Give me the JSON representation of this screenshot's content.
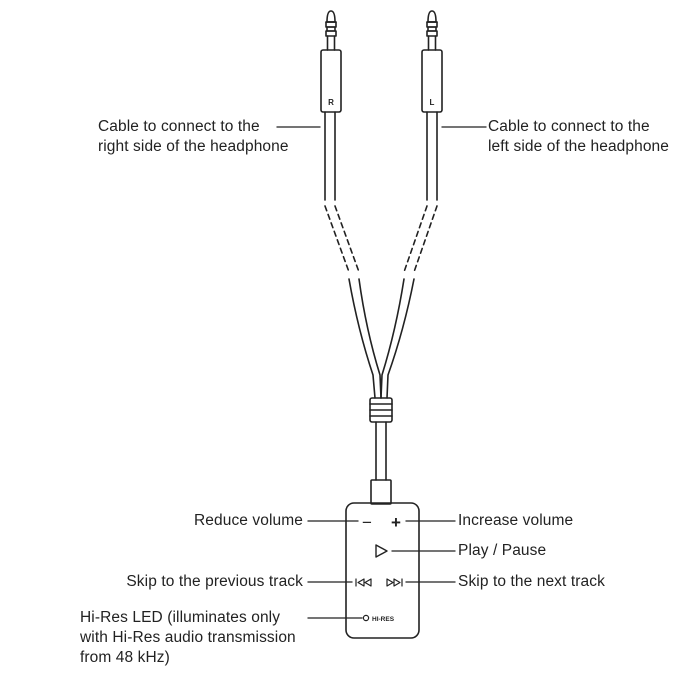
{
  "plugs": {
    "right_marker": "R",
    "left_marker": "L"
  },
  "remote": {
    "minus_symbol": "−",
    "plus_symbol": "+",
    "play_symbol": "▷",
    "prev_symbol": "I◁◁",
    "next_symbol": "▷▷I",
    "led_text": "HI-RES"
  },
  "callouts": {
    "right_cable": [
      "Cable to connect to the",
      "right side of the headphone"
    ],
    "left_cable": [
      "Cable to connect to the",
      "left side of the headphone"
    ],
    "reduce_volume": "Reduce volume",
    "increase_volume": "Increase volume",
    "play_pause": "Play / Pause",
    "prev_track": "Skip to the previous track",
    "next_track": "Skip to the next track",
    "hires_led": [
      "Hi-Res LED (illuminates only",
      "with Hi-Res audio transmission",
      "from 48 kHz)"
    ]
  },
  "colors": {
    "line": "#222222",
    "text": "#222222",
    "background": "#ffffff"
  }
}
